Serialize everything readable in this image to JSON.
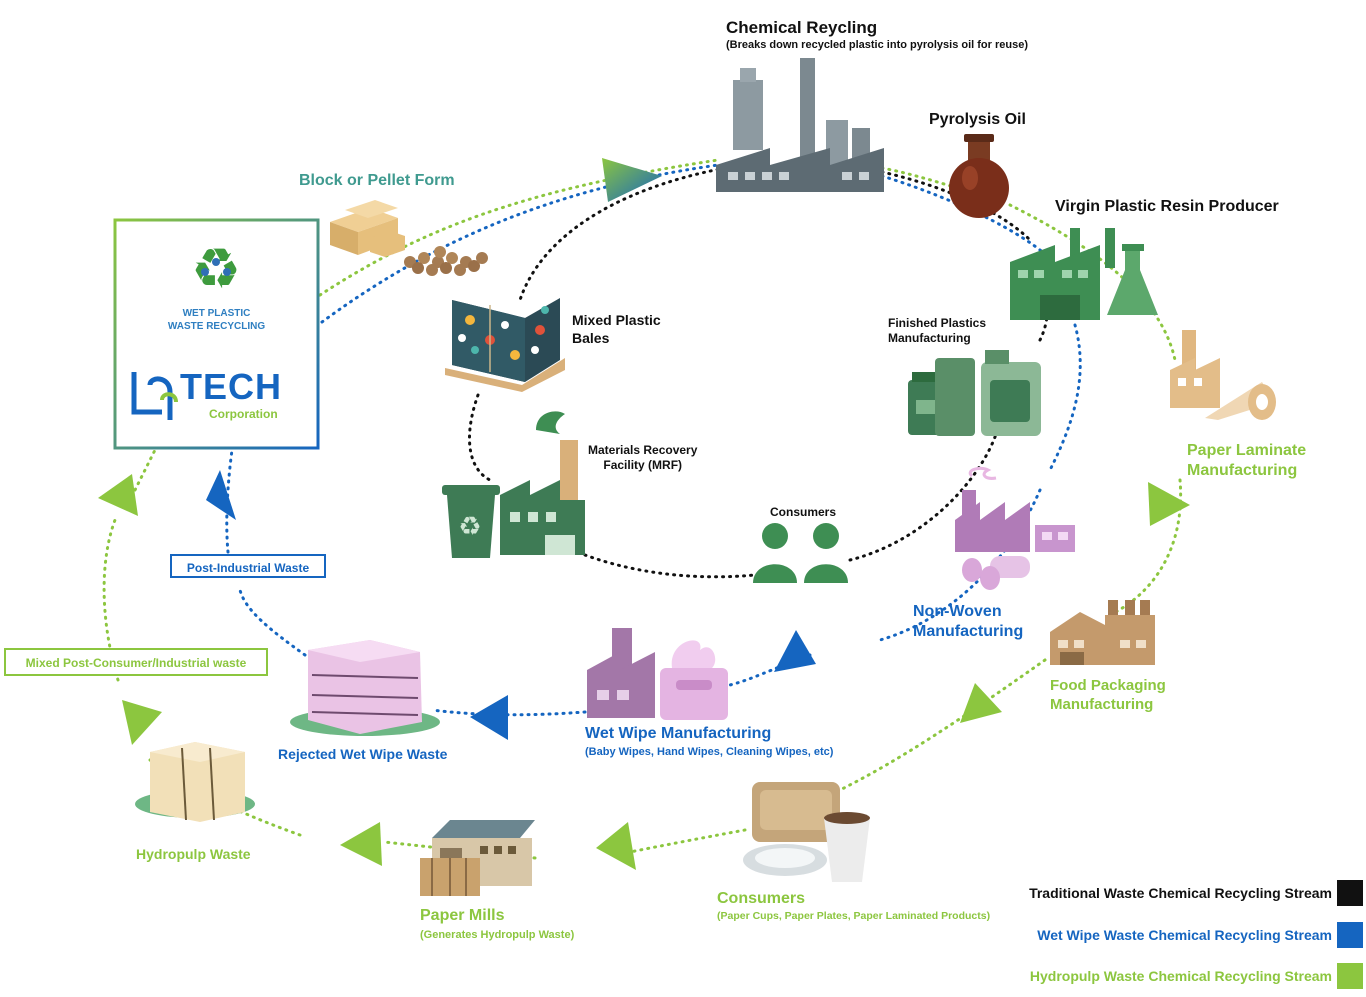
{
  "colors": {
    "black_stream": "#111111",
    "blue_stream": "#1565c0",
    "green_stream": "#8cc63f",
    "factory_grey": "#5d6b73",
    "factory_green": "#3e8e53",
    "pink": "#b07bb7",
    "tan": "#d9b07a",
    "brown": "#a57b52"
  },
  "company": {
    "service_line1": "WET PLASTIC",
    "service_line2": "WASTE RECYCLING",
    "brand": "TECH",
    "brand_sub": "Corporation",
    "logo_icon": "recycle-droplets-icon"
  },
  "nodes": {
    "chemical_recycling": {
      "title": "Chemical Reycling",
      "subtitle": "(Breaks down recycled plastic into pyrolysis oil for reuse)"
    },
    "pyrolysis_oil": {
      "title": "Pyrolysis Oil"
    },
    "virgin_resin": {
      "title": "Virgin Plastic Resin Producer"
    },
    "block_pellet": {
      "title": "Block or Pellet Form"
    },
    "mixed_bales": {
      "line1": "Mixed Plastic",
      "line2": "Bales"
    },
    "mrf": {
      "line1": "Materials Recovery",
      "line2": "Facility (MRF)"
    },
    "consumers_inner": {
      "title": "Consumers"
    },
    "finished_plastics": {
      "line1": "Finished Plastics",
      "line2": "Manufacturing"
    },
    "paper_laminate": {
      "line1": "Paper Laminate",
      "line2": "Manufacturing"
    },
    "non_woven": {
      "line1": "Non-Woven",
      "line2": "Manufacturing"
    },
    "food_packaging": {
      "line1": "Food Packaging",
      "line2": "Manufacturing"
    },
    "wet_wipe_mfg": {
      "title": "Wet Wipe Manufacturing",
      "subtitle": "(Baby Wipes, Hand Wipes, Cleaning Wipes, etc)"
    },
    "rejected_wipe": {
      "title": "Rejected Wet Wipe Waste"
    },
    "post_industrial": {
      "title": "Post-Industrial Waste"
    },
    "mixed_post_consumer": {
      "title": "Mixed Post-Consumer/Industrial waste"
    },
    "hydropulp_waste": {
      "title": "Hydropulp Waste"
    },
    "paper_mills": {
      "title": "Paper Mills",
      "subtitle": "(Generates Hydropulp Waste)"
    },
    "consumers_outer": {
      "title": "Consumers",
      "subtitle": "(Paper Cups, Paper Plates, Paper Laminated Products)"
    }
  },
  "legend": [
    {
      "label": "Traditional Waste Chemical Recycling Stream",
      "color": "#111111"
    },
    {
      "label": "Wet Wipe Waste Chemical Recycling Stream",
      "color": "#1565c0"
    },
    {
      "label": "Hydropulp Waste Chemical Recycling Stream",
      "color": "#8cc63f"
    }
  ]
}
